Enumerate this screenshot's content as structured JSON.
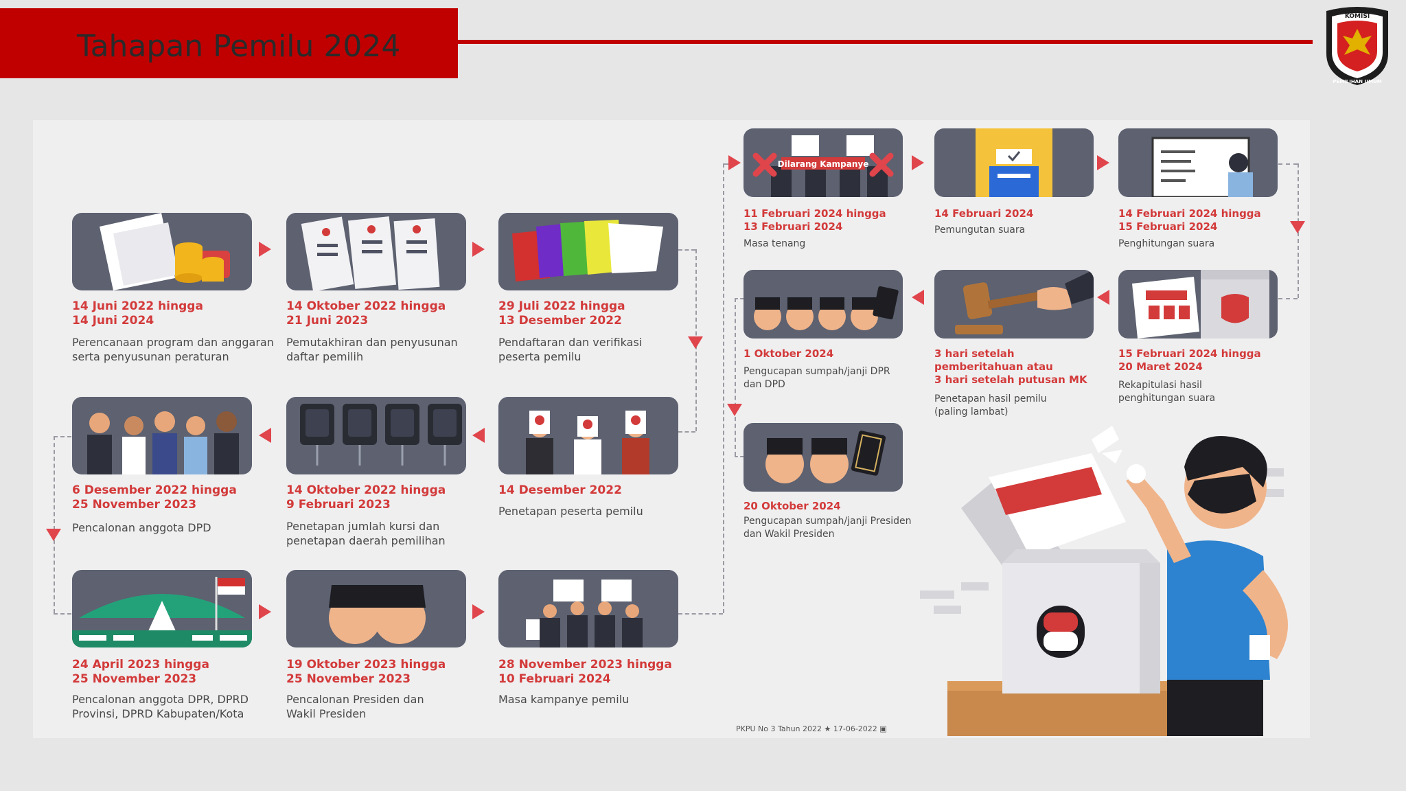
{
  "header": {
    "title": "Tahapan Pemilu 2024",
    "logo_text_top": "KOMISI",
    "logo_text_bottom": "PEMILIHAN UMUM"
  },
  "colors": {
    "accent_red": "#c00000",
    "date_red": "#d33a3a",
    "card_bg": "#5d6170",
    "panel_bg": "#efeff0"
  },
  "stages": [
    {
      "date": "14 Juni 2022 hingga\n14 Juni 2024",
      "desc": "Perencanaan program dan anggaran\nserta penyusunan peraturan",
      "icon": "budget-icon"
    },
    {
      "date": "14 Oktober 2022 hingga\n21 Juni 2023",
      "desc": "Pemutakhiran dan penyusunan\ndaftar pemilih",
      "icon": "voter-list-icon"
    },
    {
      "date": "29 Juli 2022 hingga\n13 Desember 2022",
      "desc": "Pendaftaran dan verifikasi\npeserta pemilu",
      "icon": "party-flags-icon"
    },
    {
      "date": "14 Desember 2022",
      "desc": "Penetapan peserta pemilu",
      "icon": "participants-icon"
    },
    {
      "date": "14 Oktober 2022 hingga\n9 Februari 2023",
      "desc": "Penetapan jumlah kursi dan\npenetapan daerah pemilihan",
      "icon": "seats-icon"
    },
    {
      "date": "6 Desember 2022 hingga\n25 November 2023",
      "desc": "Pencalonan anggota DPD",
      "icon": "candidates-icon"
    },
    {
      "date": "24 April 2023 hingga\n25 November 2023",
      "desc": "Pencalonan anggota DPR, DPRD\nProvinsi, DPRD Kabupaten/Kota",
      "icon": "parliament-icon"
    },
    {
      "date": "19 Oktober 2023 hingga\n25 November 2023",
      "desc": "Pencalonan Presiden dan\nWakil Presiden",
      "icon": "president-candidates-icon"
    },
    {
      "date": "28 November 2023 hingga\n10 Februari 2024",
      "desc": "Masa kampanye pemilu",
      "icon": "campaign-icon"
    },
    {
      "date": "11 Februari 2024 hingga\n13 Februari 2024",
      "desc": "Masa tenang",
      "icon": "no-campaign-icon",
      "banner": "Dilarang Kampanye"
    },
    {
      "date": "14 Februari 2024",
      "desc": "Pemungutan suara",
      "icon": "ballot-box-icon"
    },
    {
      "date": "14 Februari 2024 hingga\n15 Februari 2024",
      "desc": "Penghitungan suara",
      "icon": "vote-count-icon"
    },
    {
      "date": "15 Februari 2024 hingga\n20 Maret 2024",
      "desc": "Rekapitulasi hasil\npenghitungan suara",
      "icon": "recap-icon"
    },
    {
      "date": "3 hari setelah\npemberitahuan atau\n3 hari setelah putusan MK",
      "desc": "Penetapan hasil pemilu\n(paling lambat)",
      "icon": "gavel-icon"
    },
    {
      "date": "1 Oktober 2024",
      "desc": "Pengucapan sumpah/janji DPR\ndan DPD",
      "icon": "oath-dpr-icon"
    },
    {
      "date": "20 Oktober 2024",
      "desc": "Pengucapan sumpah/janji Presiden\ndan Wakil Presiden",
      "icon": "oath-president-icon"
    }
  ],
  "footnote": "PKPU No 3 Tahun 2022 ★ 17-06-2022 ▣"
}
